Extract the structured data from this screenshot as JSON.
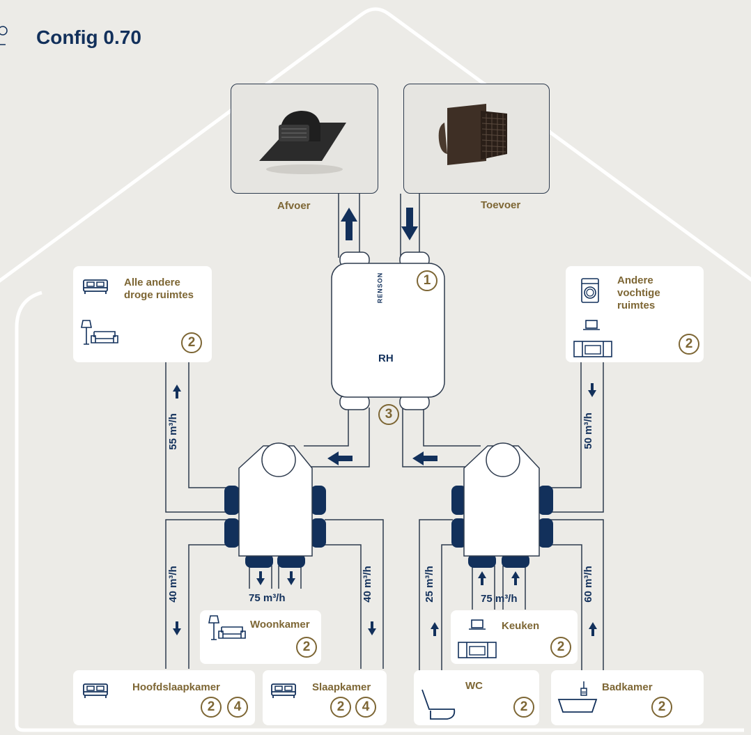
{
  "title": "Config 0.70",
  "outdoor": {
    "exhaust_label": "Afvoer",
    "supply_label": "Toevoer"
  },
  "unit": {
    "label": "RH",
    "brand": "RENSON",
    "badge": "1",
    "plenum_badge": "3"
  },
  "rooms": {
    "dry_other": {
      "label": "Alle andere droge ruimtes",
      "badge": "2",
      "flow": "55 m³/h"
    },
    "wet_other": {
      "label": "Andere vochtige ruimtes",
      "badge": "2",
      "flow": "50 m³/h"
    },
    "master_bedroom": {
      "label": "Hoofdslaapkamer",
      "badges": [
        "2",
        "4"
      ],
      "flow": "40 m³/h"
    },
    "bedroom": {
      "label": "Slaapkamer",
      "badges": [
        "2",
        "4"
      ],
      "flow": "40 m³/h"
    },
    "living_room": {
      "label": "Woonkamer",
      "badge": "2",
      "flow": "75 m³/h"
    },
    "kitchen": {
      "label": "Keuken",
      "badge": "2",
      "flow": "75 m³/h"
    },
    "wc": {
      "label": "WC",
      "badge": "2",
      "flow": "25 m³/h"
    },
    "bathroom": {
      "label": "Badkamer",
      "badge": "2",
      "flow": "60 m³/h"
    }
  },
  "colors": {
    "background": "#ecebe7",
    "navy": "#12305b",
    "gold": "#7d6634",
    "line": "#2d3a4d"
  }
}
